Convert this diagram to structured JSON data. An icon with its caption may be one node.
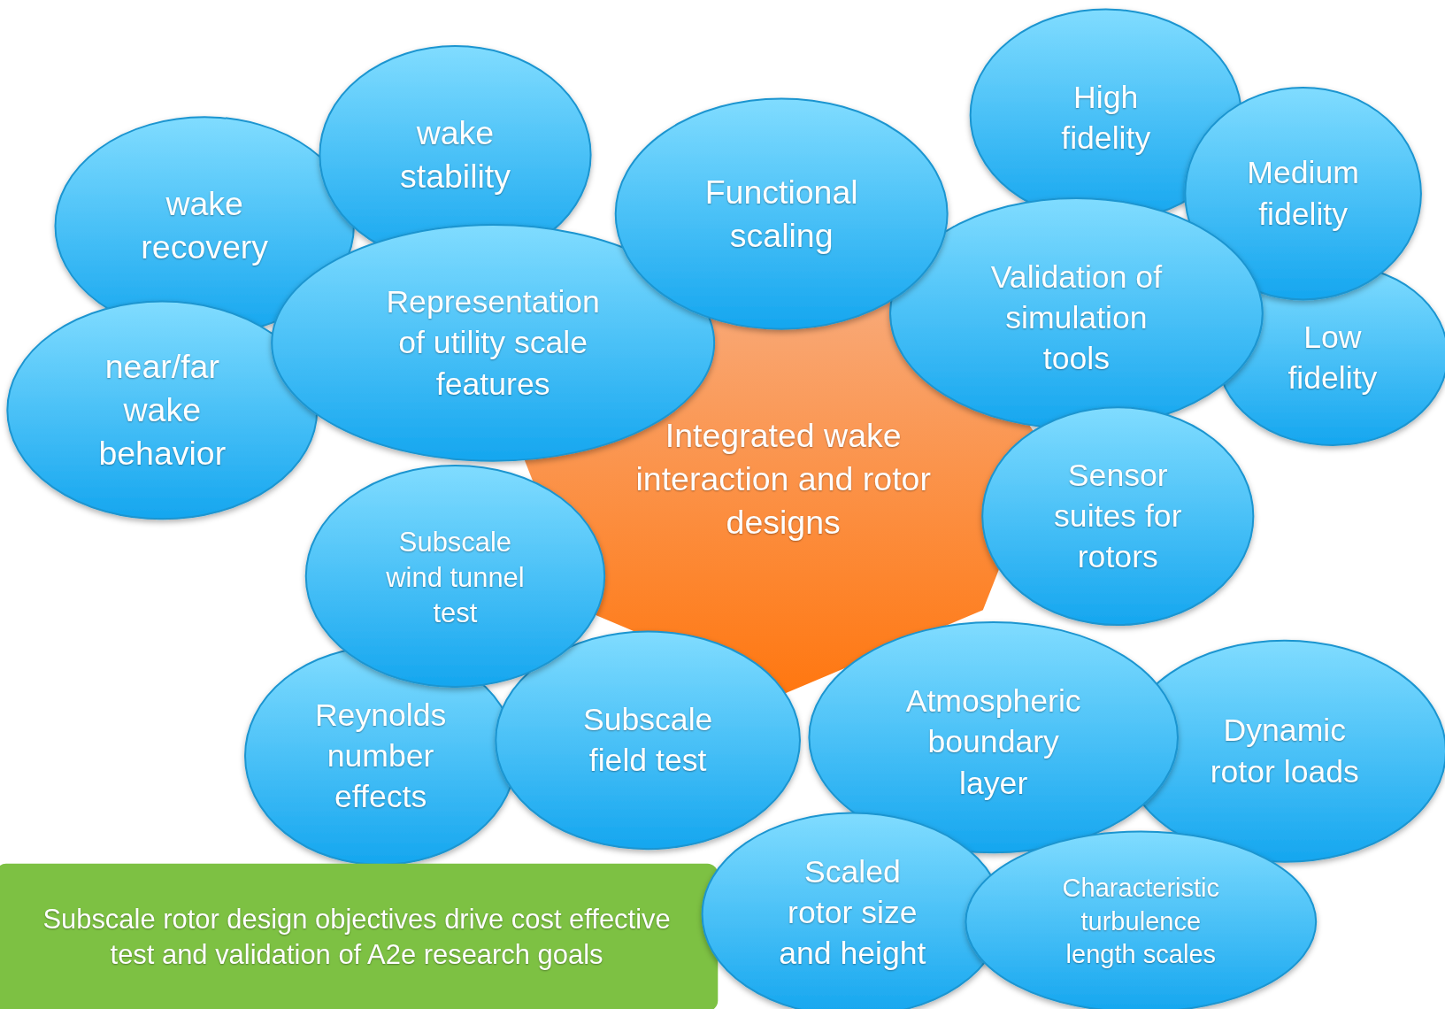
{
  "diagram": {
    "nodes": [
      {
        "text": [
          "Integrated wake interaction and rotor designs"
        ]
      },
      {
        "text": [
          "wake recovery"
        ]
      },
      {
        "text": [
          "wake stability"
        ]
      },
      {
        "text": [
          "near/far wake behavior"
        ]
      },
      {
        "text": [
          "Representation of utility scale features"
        ]
      },
      {
        "text": [
          "Functional scaling"
        ]
      },
      {
        "text": [
          "High fidelity"
        ]
      },
      {
        "text": [
          "Medium fidelity"
        ]
      },
      {
        "text": [
          "Validation of simulation tools"
        ]
      },
      {
        "text": [
          "Low fidelity"
        ]
      },
      {
        "text": [
          "Sensor suites for rotors"
        ]
      },
      {
        "text": [
          "Subscale wind tunnel test"
        ]
      },
      {
        "text": [
          "Reynolds number effects"
        ]
      },
      {
        "text": [
          "Subscale field test"
        ]
      },
      {
        "text": [
          "Atmospheric boundary layer"
        ]
      },
      {
        "text": [
          "Dynamic rotor loads"
        ]
      },
      {
        "text": [
          "Scaled rotor size and height"
        ]
      },
      {
        "text": [
          "Characteristic turbulence length scales"
        ]
      },
      {
        "text": [
          "Subscale rotor design objectives drive cost effective test and validation of A2e research goals"
        ]
      }
    ],
    "edges": []
  }
}
